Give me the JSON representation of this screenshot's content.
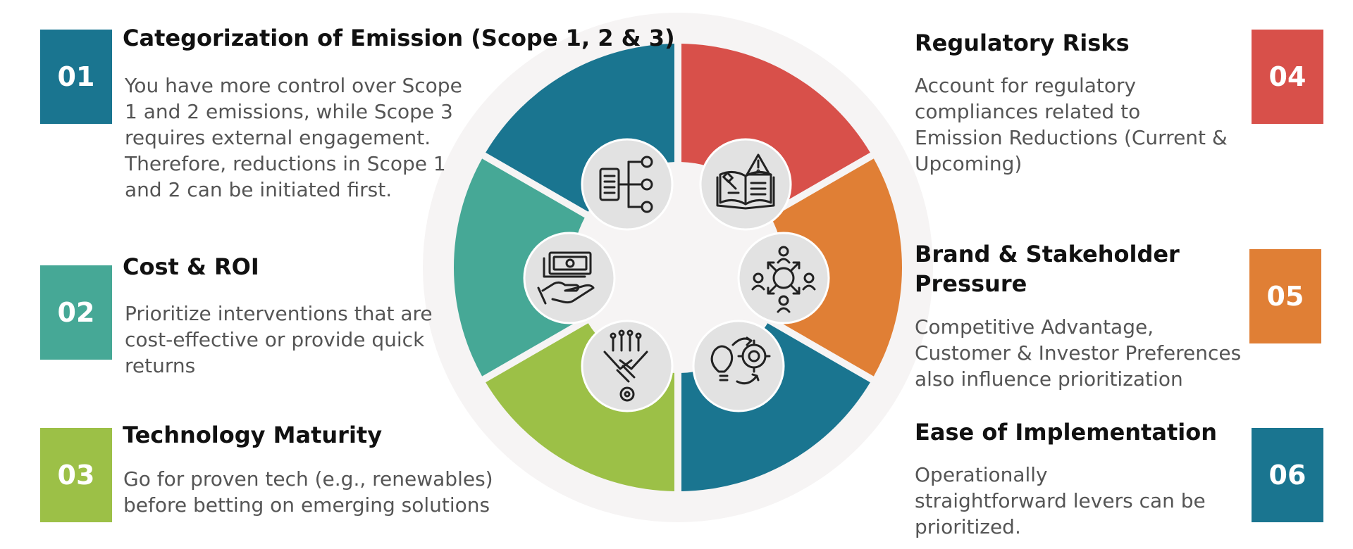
{
  "colors": {
    "teal_dark": "#1A7590",
    "teal_green": "#46A896",
    "lime_green": "#9CC047",
    "red": "#D8504A",
    "orange": "#E07F35",
    "icon_circle": "#E2E2E2"
  },
  "items": [
    {
      "number": "01",
      "title": "Categorization of Emission (Scope 1, 2 & 3)",
      "desc_lines": [
        "You have more control over Scope",
        "1 and 2 emissions, while Scope 3",
        "requires external engagement.",
        "Therefore, reductions in Scope 1",
        "and 2 can be initiated first."
      ],
      "color": "#1A7590",
      "icon": "hierarchy-list-icon"
    },
    {
      "number": "02",
      "title": "Cost & ROI",
      "desc_lines": [
        "Prioritize interventions that are",
        "cost-effective or provide quick",
        "returns"
      ],
      "color": "#46A896",
      "icon": "hand-money-icon"
    },
    {
      "number": "03",
      "title": "Technology Maturity",
      "desc_lines": [
        "Go for proven tech (e.g., renewables)",
        "before betting on emerging solutions"
      ],
      "color": "#9CC047",
      "icon": "tech-handshake-icon"
    },
    {
      "number": "04",
      "title": "Regulatory Risks",
      "desc_lines": [
        "Account for regulatory",
        "compliances related to",
        "Emission Reductions (Current &",
        "Upcoming)"
      ],
      "color": "#D8504A",
      "icon": "law-book-warning-icon"
    },
    {
      "number": "05",
      "title_lines": [
        "Brand & Stakeholder",
        "Pressure"
      ],
      "desc_lines": [
        "Competitive Advantage,",
        "Customer & Investor Preferences",
        "also influence prioritization"
      ],
      "color": "#E07F35",
      "icon": "stakeholder-network-icon"
    },
    {
      "number": "06",
      "title": "Ease of Implementation",
      "desc_lines": [
        "Operationally",
        "straightforward levers can be",
        "prioritized."
      ],
      "color": "#1A7590",
      "icon": "idea-gear-icon"
    }
  ]
}
